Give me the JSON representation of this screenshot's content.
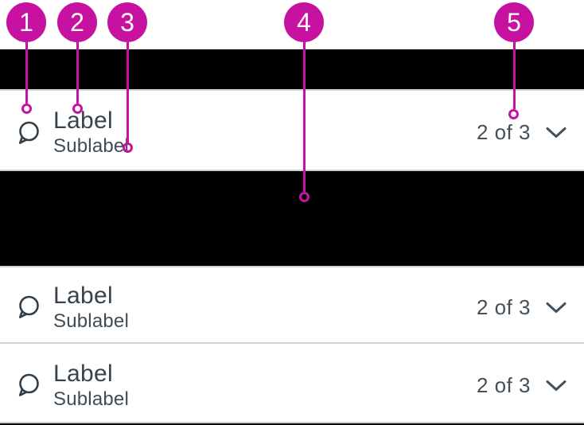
{
  "colors": {
    "accent": "#C711A0",
    "badge-text": "#FFFFFF",
    "keyline": "#CBD4DA",
    "band": "#000000",
    "label": "#37424B",
    "sublabel": "#404C55",
    "meta": "#42505B",
    "icon-stroke": "#333F48"
  },
  "callouts": [
    {
      "number": "1"
    },
    {
      "number": "2"
    },
    {
      "number": "3"
    },
    {
      "number": "4"
    },
    {
      "number": "5"
    }
  ],
  "icons": {
    "row_leading": "chat-bubble-icon",
    "row_trailing": "chevron-down-icon"
  },
  "list": {
    "rows": [
      {
        "label": "Label",
        "sublabel": "Sublabel",
        "count": "2 of 3"
      },
      {
        "label": "Label",
        "sublabel": "Sublabel",
        "count": "2 of 3"
      },
      {
        "label": "Label",
        "sublabel": "Sublabel",
        "count": "2 of 3"
      }
    ]
  }
}
